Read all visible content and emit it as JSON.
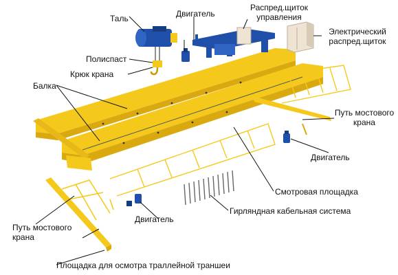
{
  "diagram": {
    "labels": {
      "hoist": "Таль",
      "motor_top": "Двигатель",
      "control_panel": "Распред.щиток управления",
      "electric_panel": "Электрический распред.щиток",
      "pulley_block": "Полиспаст",
      "crane_hook": "Крюк крана",
      "girder": "Балка",
      "runway_right": "Путь мостового крана",
      "motor_right": "Двигатель",
      "inspection_platform": "Смотровая площадка",
      "festoon_system": "Гирляндная кабельная система",
      "motor_bottom": "Двигатель",
      "runway_left": "Путь мостового крана",
      "trolley_platform": "Площадка для осмотра траллейной траншеи"
    },
    "colors": {
      "girder_yellow": "#f5c91c",
      "girder_shadow": "#d9a90f",
      "motor_blue": "#1f4fa8",
      "panel_beige": "#efe4d4",
      "leader_line": "#111111"
    }
  }
}
